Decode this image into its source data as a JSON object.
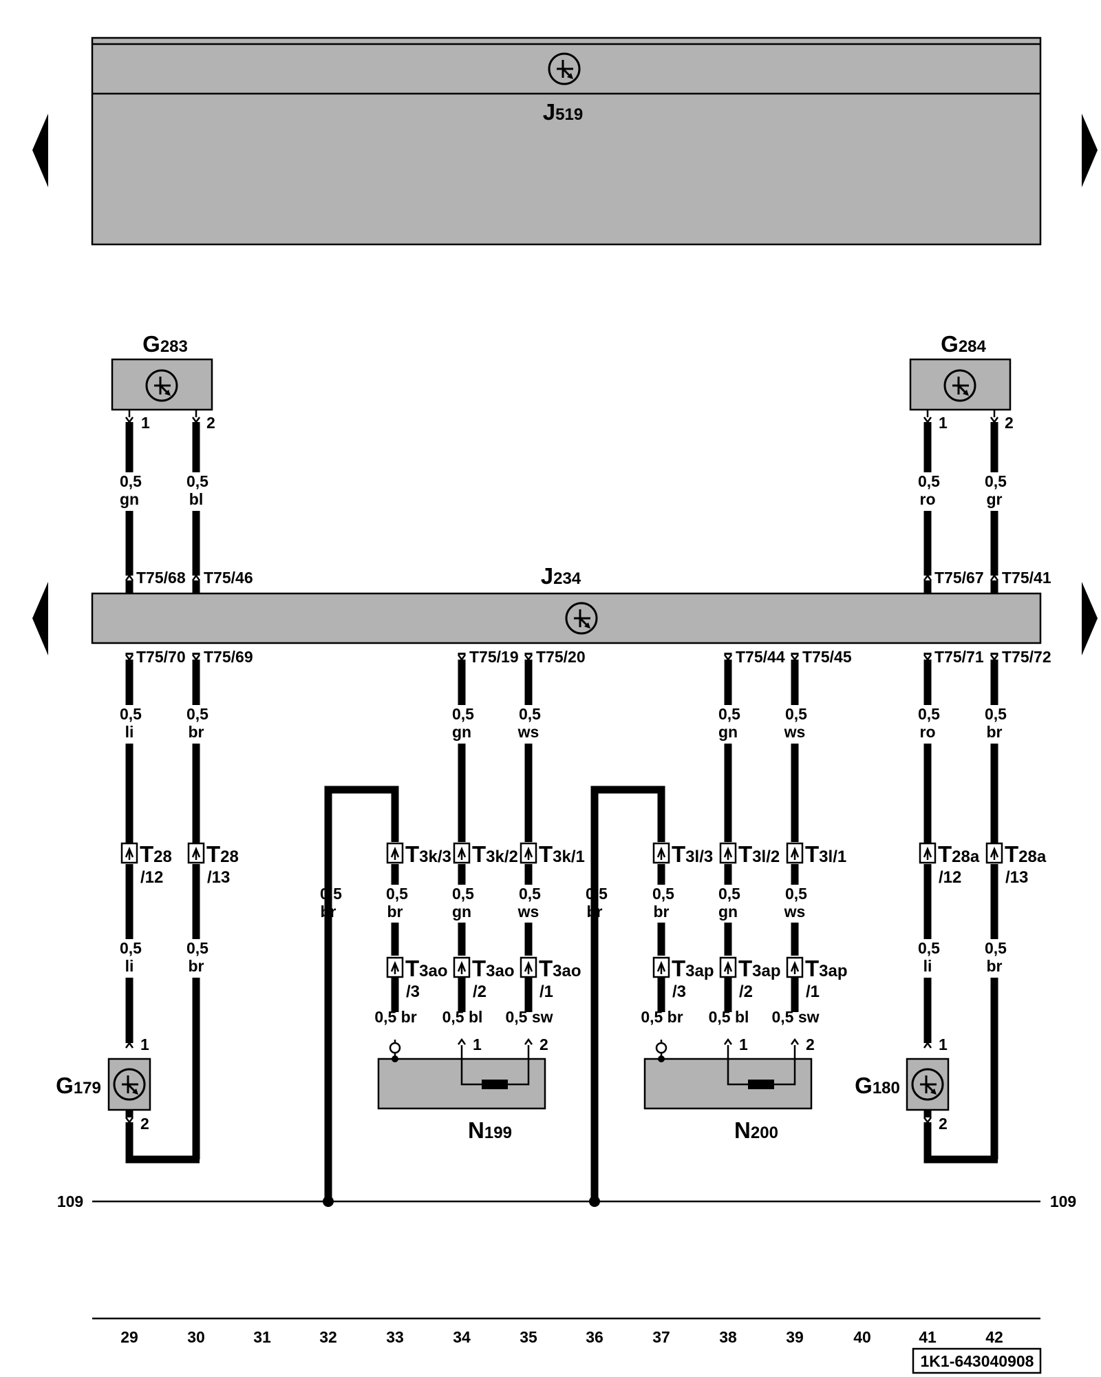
{
  "modules": {
    "j519": {
      "letter": "J",
      "number": "519"
    },
    "j234": {
      "letter": "J",
      "number": "234"
    },
    "g283": {
      "letter": "G",
      "number": "283"
    },
    "g284": {
      "letter": "G",
      "number": "284"
    },
    "g179": {
      "letter": "G",
      "number": "179"
    },
    "g180": {
      "letter": "G",
      "number": "180"
    },
    "n199": {
      "letter": "N",
      "number": "199"
    },
    "n200": {
      "letter": "N",
      "number": "200"
    }
  },
  "sensor_pins": {
    "g283": [
      "1",
      "2"
    ],
    "g284": [
      "1",
      "2"
    ],
    "g179": [
      "1",
      "2"
    ],
    "g180": [
      "1",
      "2"
    ],
    "n199": [
      "1",
      "2"
    ],
    "n200": [
      "1",
      "2"
    ]
  },
  "j234_pins_top": [
    "T75/68",
    "T75/46",
    "T75/67",
    "T75/41"
  ],
  "j234_pins_bottom": [
    "T75/70",
    "T75/69",
    "T75/19",
    "T75/20",
    "T75/44",
    "T75/45",
    "T75/71",
    "T75/72"
  ],
  "wire_labels": [
    [
      "0,5",
      "gn"
    ],
    [
      "0,5",
      "bl"
    ],
    [
      "0,5",
      "ro"
    ],
    [
      "0,5",
      "gr"
    ],
    [
      "0,5",
      "li"
    ],
    [
      "0,5",
      "br"
    ],
    [
      "0,5",
      "gn"
    ],
    [
      "0,5",
      "ws"
    ],
    [
      "0,5",
      "gn"
    ],
    [
      "0,5",
      "ws"
    ],
    [
      "0,5",
      "ro"
    ],
    [
      "0,5",
      "br"
    ],
    [
      "0,5",
      "br"
    ],
    [
      "0,5",
      "br"
    ],
    [
      "0,5",
      "gn"
    ],
    [
      "0,5",
      "ws"
    ],
    [
      "0,5",
      "br"
    ],
    [
      "0,5",
      "br"
    ],
    [
      "0,5",
      "gn"
    ],
    [
      "0,5",
      "ws"
    ],
    [
      "0,5",
      "li"
    ],
    [
      "0,5",
      "br"
    ],
    [
      "0,5",
      "li"
    ],
    [
      "0,5",
      "br"
    ]
  ],
  "inline_labels": [
    "0,5 br",
    "0,5 bl",
    "0,5 sw",
    "0,5 br",
    "0,5 bl",
    "0,5 sw"
  ],
  "connectors_row1": [
    {
      "main": "T",
      "sub": "28",
      "pin": "/12"
    },
    {
      "main": "T",
      "sub": "28",
      "pin": "/13"
    },
    {
      "main": "T",
      "sub": "3k/3",
      "pin": ""
    },
    {
      "main": "T",
      "sub": "3k/2",
      "pin": ""
    },
    {
      "main": "T",
      "sub": "3k/1",
      "pin": ""
    },
    {
      "main": "T",
      "sub": "3l/3",
      "pin": ""
    },
    {
      "main": "T",
      "sub": "3l/2",
      "pin": ""
    },
    {
      "main": "T",
      "sub": "3l/1",
      "pin": ""
    },
    {
      "main": "T",
      "sub": "28a",
      "pin": "/12"
    },
    {
      "main": "T",
      "sub": "28a",
      "pin": "/13"
    }
  ],
  "connectors_row2": [
    {
      "main": "T",
      "sub": "3ao",
      "pin": "/3"
    },
    {
      "main": "T",
      "sub": "3ao",
      "pin": "/2"
    },
    {
      "main": "T",
      "sub": "3ao",
      "pin": "/1"
    },
    {
      "main": "T",
      "sub": "3ap",
      "pin": "/3"
    },
    {
      "main": "T",
      "sub": "3ap",
      "pin": "/2"
    },
    {
      "main": "T",
      "sub": "3ap",
      "pin": "/1"
    }
  ],
  "ground_line": {
    "left_label": "109",
    "right_label": "109"
  },
  "column_numbers": [
    "29",
    "30",
    "31",
    "32",
    "33",
    "34",
    "35",
    "36",
    "37",
    "38",
    "39",
    "40",
    "41",
    "42"
  ],
  "drawing_code": "1K1-643040908",
  "colors": {
    "module_fill": "#b3b3b3",
    "wire": "#000000",
    "background": "#ffffff"
  },
  "icons": {
    "control_unit": "control-unit-symbol-icon",
    "navigation": "nav-arrow-icon",
    "connector": "connector-pin-icon",
    "heater": "heater-element-icon"
  }
}
